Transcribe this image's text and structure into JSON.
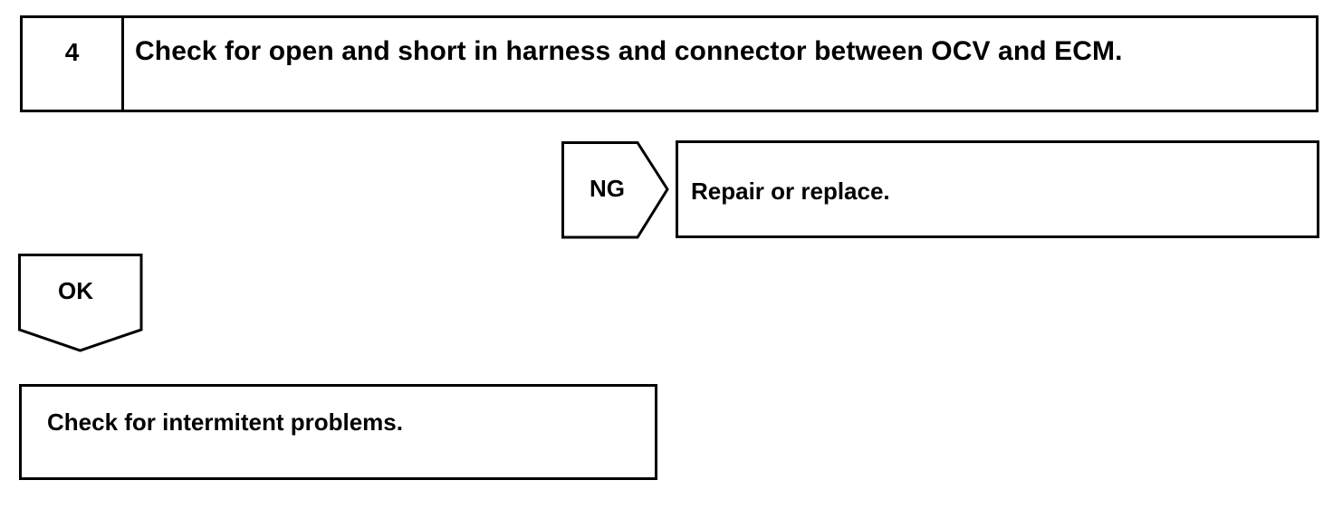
{
  "step": {
    "number": "4",
    "title": "Check for open and short in harness and connector between OCV and ECM."
  },
  "ng_branch": {
    "label": "NG",
    "result": "Repair or replace."
  },
  "ok_branch": {
    "label": "OK",
    "result": "Check for intermitent problems."
  }
}
